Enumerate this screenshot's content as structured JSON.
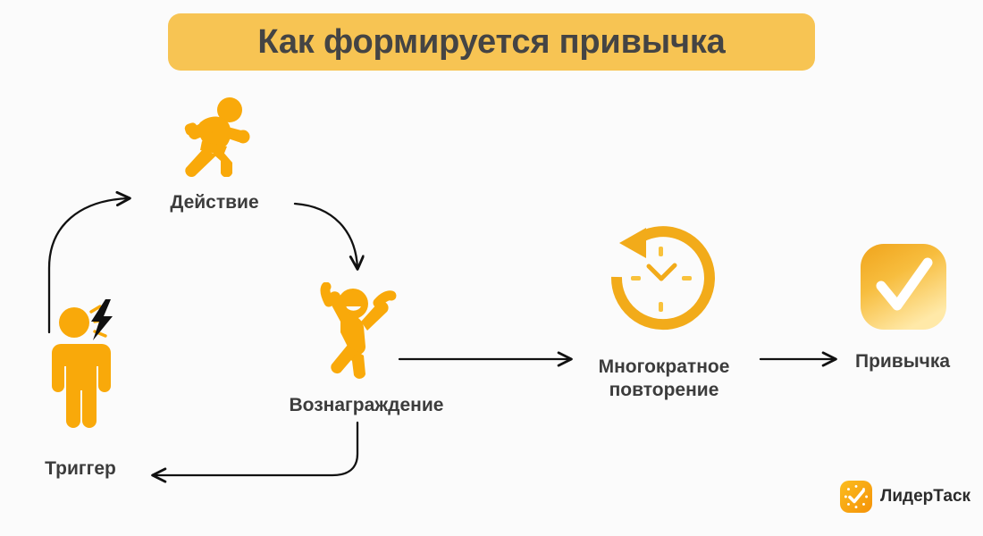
{
  "title": {
    "text": "Как формируется привычка",
    "banner_color": "#f7c453",
    "text_color": "#444444"
  },
  "theme": {
    "background": "#fbfbfb",
    "accent_orange": "#f9a90a",
    "accent_yellow": "#f7c453",
    "label_color": "#3c3c3c",
    "arrow_color": "#111111"
  },
  "stages": [
    {
      "id": "trigger",
      "label": "Триггер",
      "icon": "standing-person-with-lightning-icon"
    },
    {
      "id": "action",
      "label": "Действие",
      "icon": "running-person-icon"
    },
    {
      "id": "reward",
      "label": "Вознаграждение",
      "icon": "celebrating-person-icon"
    },
    {
      "id": "repeat",
      "label_line1": "Многократное",
      "label_line2": "повторение",
      "icon": "circular-arrow-clock-icon"
    },
    {
      "id": "habit",
      "label": "Привычка",
      "icon": "checkmark-rounded-square-icon"
    }
  ],
  "footer": {
    "brand": "ЛидерТаск",
    "icon": "leadertask-logo-icon"
  }
}
